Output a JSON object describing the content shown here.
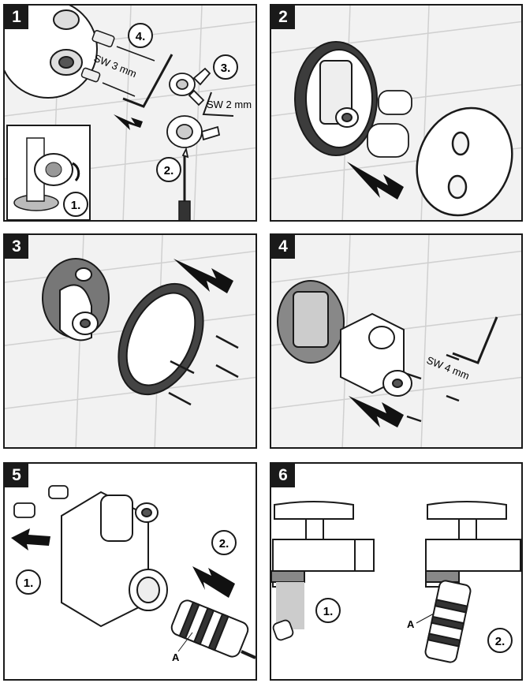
{
  "panels": [
    {
      "number": "1",
      "step_labels": [
        "1.",
        "2.",
        "3.",
        "4."
      ],
      "tool_labels": [
        "SW 3 mm",
        "SW 2 mm"
      ]
    },
    {
      "number": "2"
    },
    {
      "number": "3"
    },
    {
      "number": "4",
      "tool_labels": [
        "SW 4 mm"
      ]
    },
    {
      "number": "5",
      "step_labels": [
        "1.",
        "2."
      ],
      "part_labels": [
        "A"
      ]
    },
    {
      "number": "6",
      "step_labels": [
        "1.",
        "2."
      ],
      "part_labels": [
        "A"
      ]
    }
  ],
  "colors": {
    "border": "#1a1a1a",
    "tile_bg": "#f2f2f2",
    "tile_line": "#d0d0d0",
    "part_fill": "#ffffff",
    "dark_fill": "#3c3c3c",
    "arrow": "#111111"
  }
}
